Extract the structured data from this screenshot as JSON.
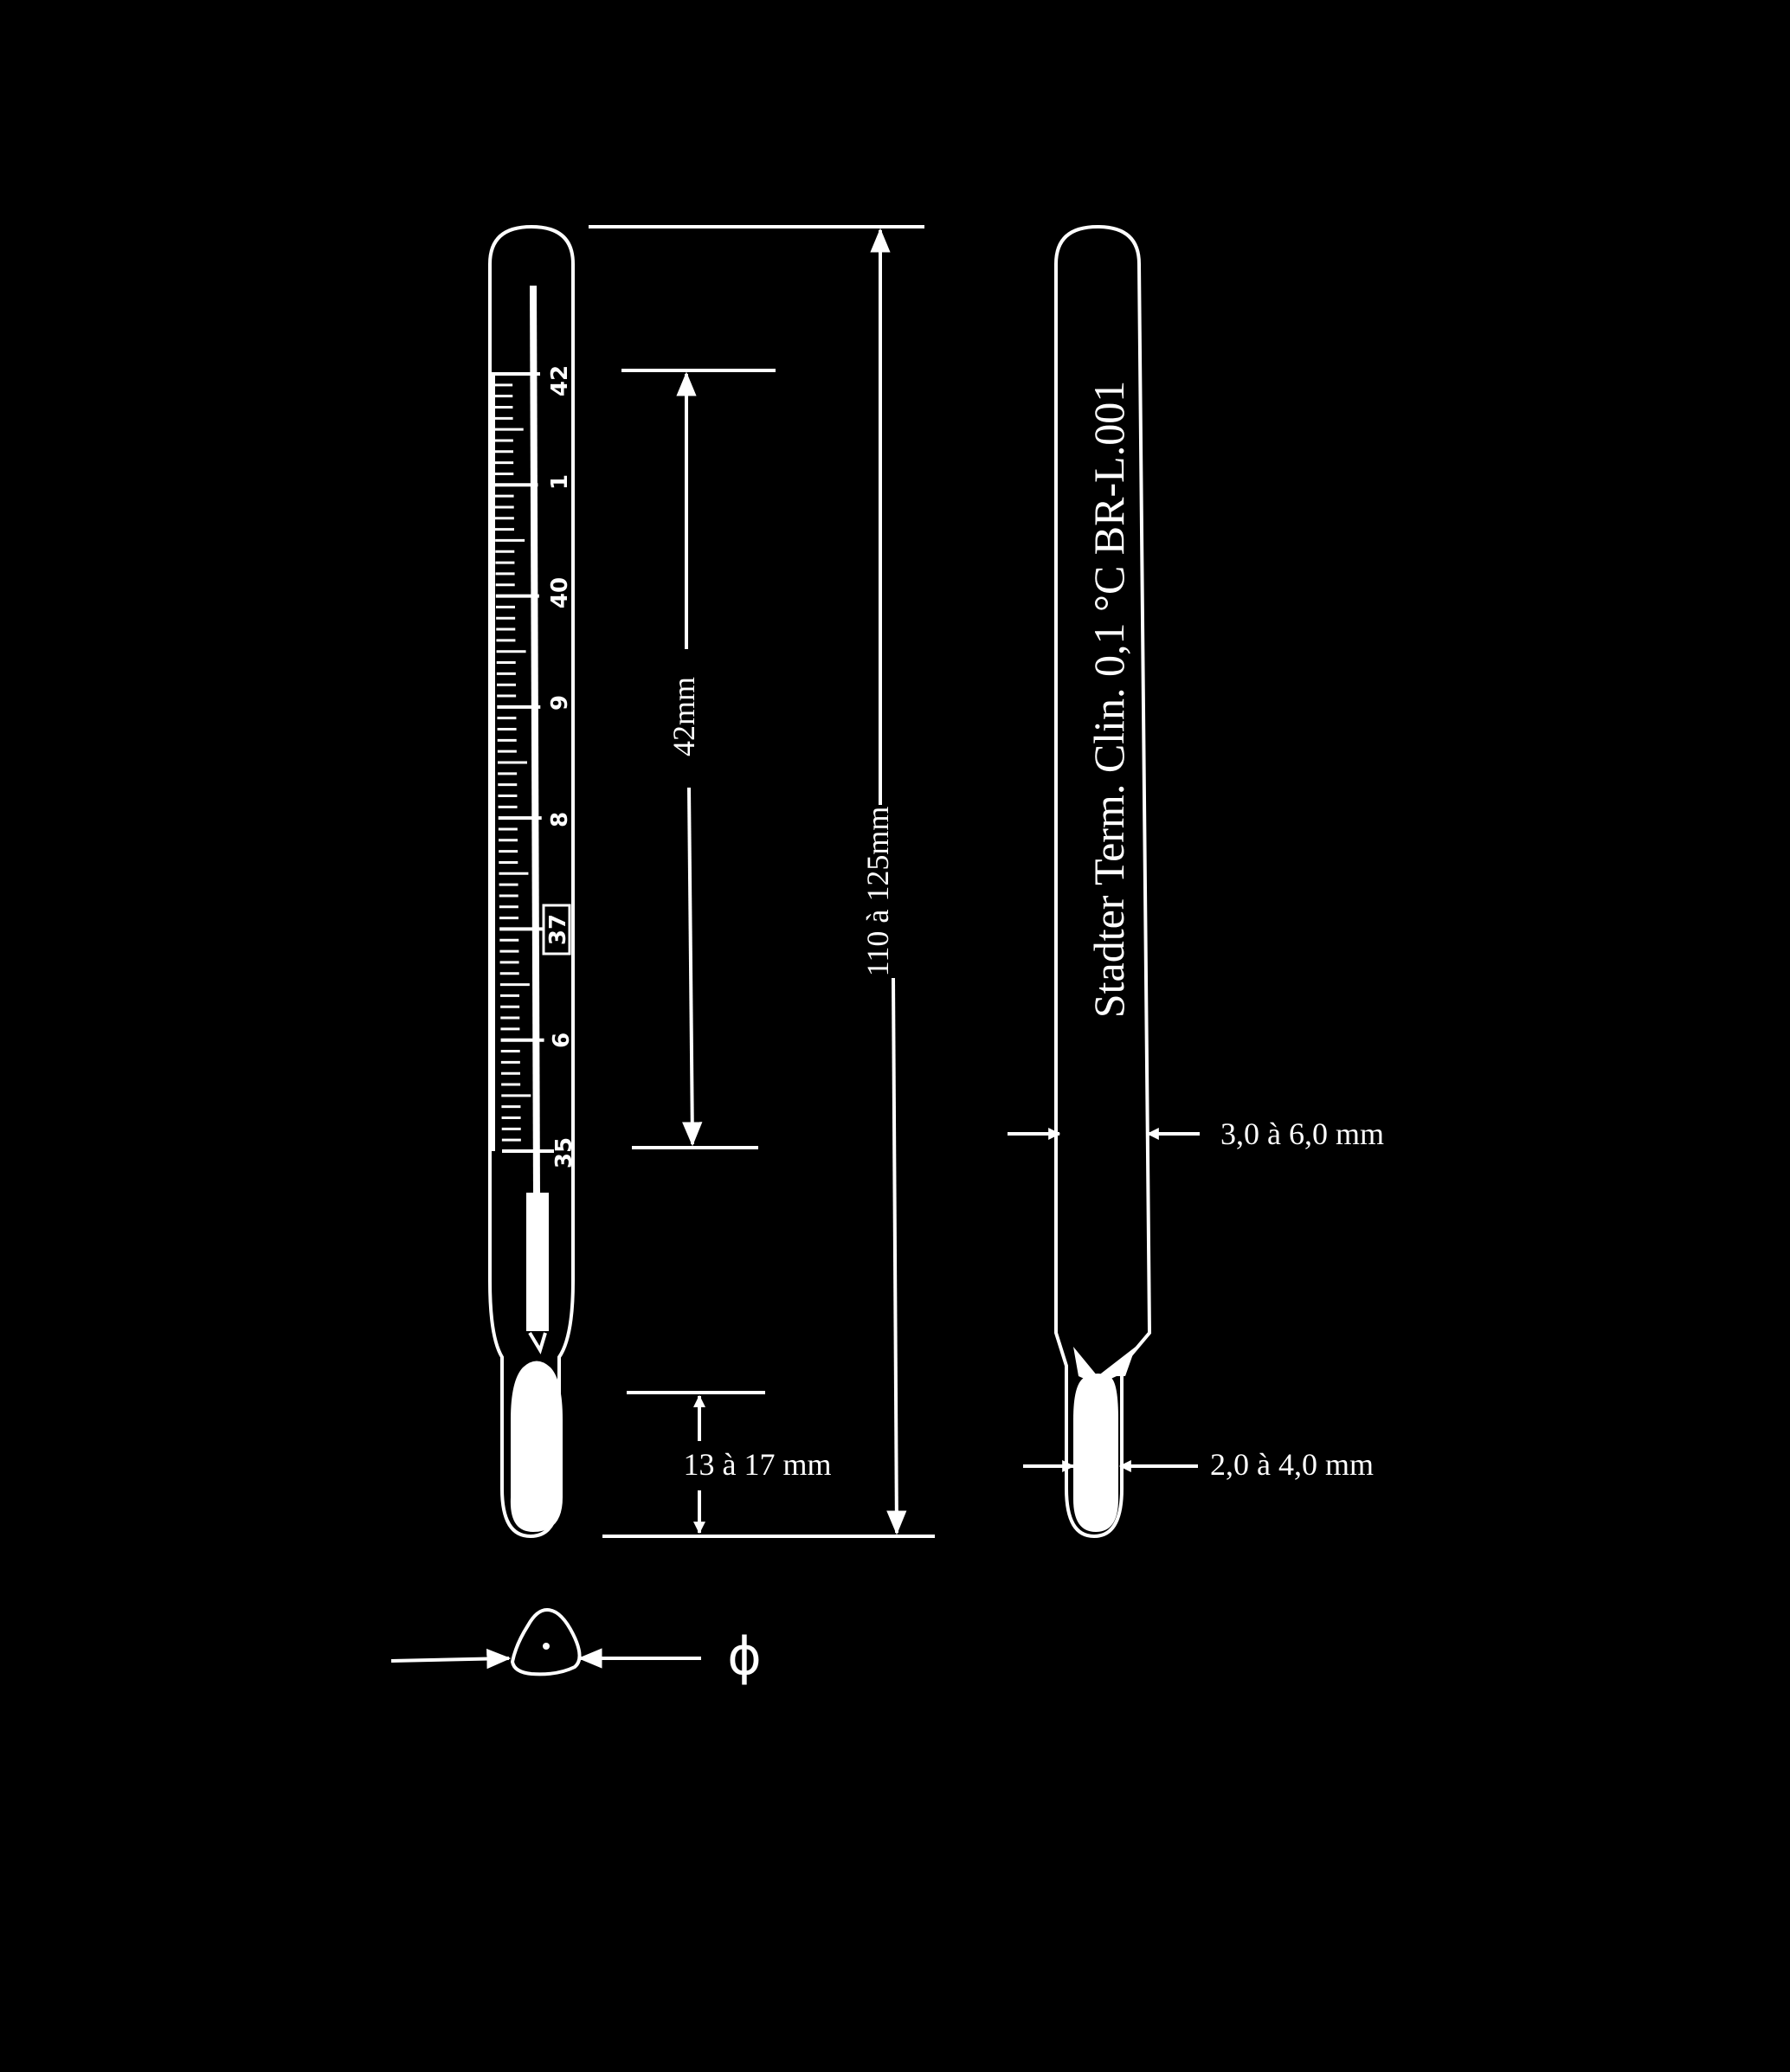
{
  "colors": {
    "background": "#000000",
    "ink": "#ffffff"
  },
  "left_thermometer": {
    "scale_labels": [
      "42",
      "1",
      "40",
      "9",
      "8",
      "37",
      "6",
      "35"
    ]
  },
  "right_thermometer": {
    "label": "Stadter Term. Clin. 0,1 °C BR-L.001"
  },
  "dimensions": {
    "scale_length": "42mm",
    "total_length": "110 à 125mm",
    "bulb_length": "13 à 17 mm",
    "stem_diameter": "3,0 à 6,0 mm",
    "bulb_diameter": "2,0 à 4,0 mm"
  },
  "cross_section": {
    "symbol": "ϕ"
  }
}
